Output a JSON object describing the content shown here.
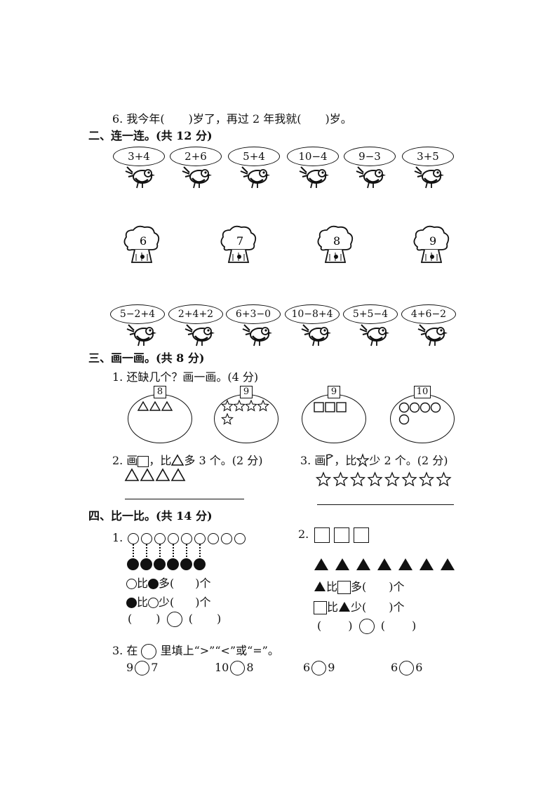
{
  "q6": {
    "num": "6.",
    "a": "我今年(",
    "b": ")岁了，再过 2 年我就(",
    "c": ")岁。"
  },
  "s2": {
    "title": "二、连一连。(共 12 分)",
    "top_exprs": [
      "3+4",
      "2+6",
      "5+4",
      "10−4",
      "9−3",
      "3+5"
    ],
    "trees": [
      "6",
      "7",
      "8",
      "9"
    ],
    "bottom_exprs": [
      "5−2+4",
      "2+4+2",
      "6+3−0",
      "10−8+4",
      "5+5−4",
      "4+6−2"
    ]
  },
  "s3": {
    "title": "三、画一画。(共 8 分)",
    "q1": {
      "num": "1.",
      "text": "还缺几个？画一画。(4 分)",
      "counts": [
        "8",
        "9",
        "9",
        "10"
      ]
    },
    "q2": {
      "num": "2.",
      "a": "画",
      "b": "，比",
      "c": "多 3 个。(2 分)"
    },
    "q3": {
      "num": "3.",
      "a": "画",
      "b": "，比",
      "c": "少 2 个。(2 分)"
    }
  },
  "s4": {
    "title": "四、比一比。(共 14 分)",
    "q1": {
      "num": "1.",
      "line1_a": "比",
      "line1_b": "多(",
      "line1_c": ")个",
      "line2_a": "比",
      "line2_b": "少(",
      "line2_c": ")个",
      "cmp_left": "(",
      "cmp_mid1": ")",
      "cmp_mid2": "(",
      "cmp_right": ")"
    },
    "q2": {
      "num": "2.",
      "line1_a": "比",
      "line1_b": "多(",
      "line1_c": ")个",
      "line2_a": "比",
      "line2_b": "少(",
      "line2_c": ")个",
      "cmp_left": "(",
      "cmp_mid1": ")",
      "cmp_mid2": "(",
      "cmp_right": ")"
    },
    "q3": {
      "num": "3.",
      "a": "在",
      "b": "里填上“>”“<”或“=”。",
      "items": [
        {
          "left": "9",
          "right": "7"
        },
        {
          "left": "10",
          "right": "8"
        },
        {
          "left": "6",
          "right": "9"
        },
        {
          "left": "6",
          "right": "6"
        }
      ]
    }
  }
}
